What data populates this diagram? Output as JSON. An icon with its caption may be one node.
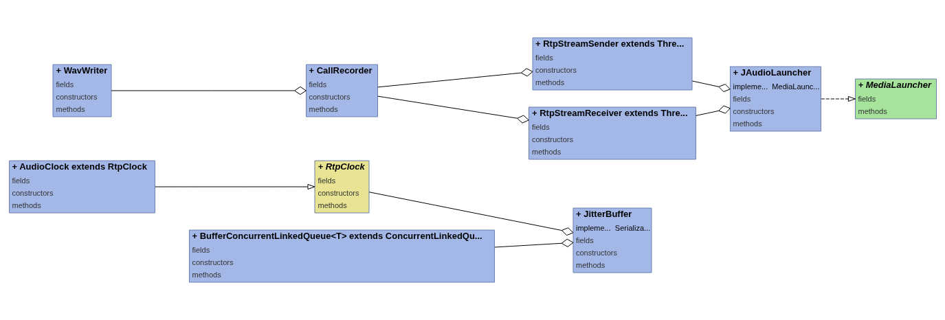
{
  "diagram": {
    "nodes": [
      {
        "text": [
          "+ AudioClock extends RtpClock",
          "fields",
          "constructors",
          "methods"
        ]
      },
      {
        "text": [
          "+ WavWriter",
          "fields",
          "constructors",
          "methods"
        ]
      },
      {
        "text": [
          "+ CallRecorder",
          "fields",
          "constructors",
          "methods"
        ]
      },
      {
        "text": [
          "+ RtpStreamSender extends Thre...",
          "fields",
          "constructors",
          "methods"
        ]
      },
      {
        "text": [
          "+ JAudioLauncher",
          "impleme...  MediaLaunc...",
          "fields",
          "constructors",
          "methods"
        ]
      },
      {
        "text": [
          "+ RtpClock",
          "fields",
          "constructors",
          "methods"
        ]
      },
      {
        "text": [
          "+ JitterBuffer",
          "impleme...  Serializa...",
          "fields",
          "constructors",
          "methods"
        ]
      },
      {
        "text": [
          "+ RtpStreamReceiver extends Thre...",
          "fields",
          "constructors",
          "methods"
        ]
      },
      {
        "text": [
          "+ MediaLauncher",
          "fields",
          "methods"
        ]
      },
      {
        "text": [
          "+ BufferConcurrentLinkedQueue<T> extends ConcurrentLinkedQu...",
          "fields",
          "constructors",
          "methods"
        ]
      }
    ],
    "edges": [
      {
        "from": 1,
        "to": 2,
        "arrow": "other"
      },
      {
        "from": 2,
        "to": 3,
        "arrow": "other"
      },
      {
        "from": 3,
        "to": 4,
        "arrow": "other"
      },
      {
        "from": 2,
        "to": 7,
        "arrow": "other"
      },
      {
        "from": 7,
        "to": 4,
        "arrow": "other"
      },
      {
        "from": 0,
        "to": 5,
        "arrow": "to"
      },
      {
        "from": 5,
        "to": 6,
        "arrow": "other"
      },
      {
        "from": 9,
        "to": 6,
        "arrow": "other"
      },
      {
        "from": 4,
        "to": 8,
        "arrow": "to",
        "style": "dashed"
      }
    ]
  }
}
